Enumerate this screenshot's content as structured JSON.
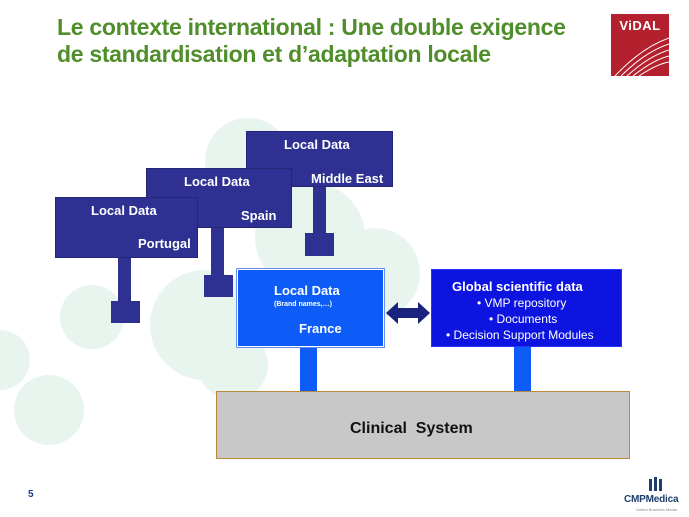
{
  "title": "Le contexte international : Une double exigence de standardisation et d’adaptation locale",
  "logo": {
    "text": "ViDAL",
    "color": "#b5202e"
  },
  "boxes": {
    "middle_east": {
      "heading": "Local Data",
      "country": "Middle East"
    },
    "spain": {
      "heading": "Local Data",
      "country": "Spain"
    },
    "portugal": {
      "heading": "Local Data",
      "country": "Portugal"
    },
    "france": {
      "heading": "Local Data",
      "subtitle": "(Brand names,…)",
      "country": "France"
    },
    "global": {
      "heading": "Global scientific data",
      "items": [
        "• VMP repository",
        "• Documents",
        "• Decision Support Modules"
      ]
    }
  },
  "clinical_system": "Clinical  System",
  "page_number": "5",
  "footer_logo": {
    "name": "CMPMedica",
    "tagline": "United Business Media"
  },
  "colors": {
    "dark_blue": "#2e3192",
    "bright_blue": "#0d5cf7",
    "title_green": "#4f8e2a",
    "clinical_grey": "#c8c8c8"
  }
}
